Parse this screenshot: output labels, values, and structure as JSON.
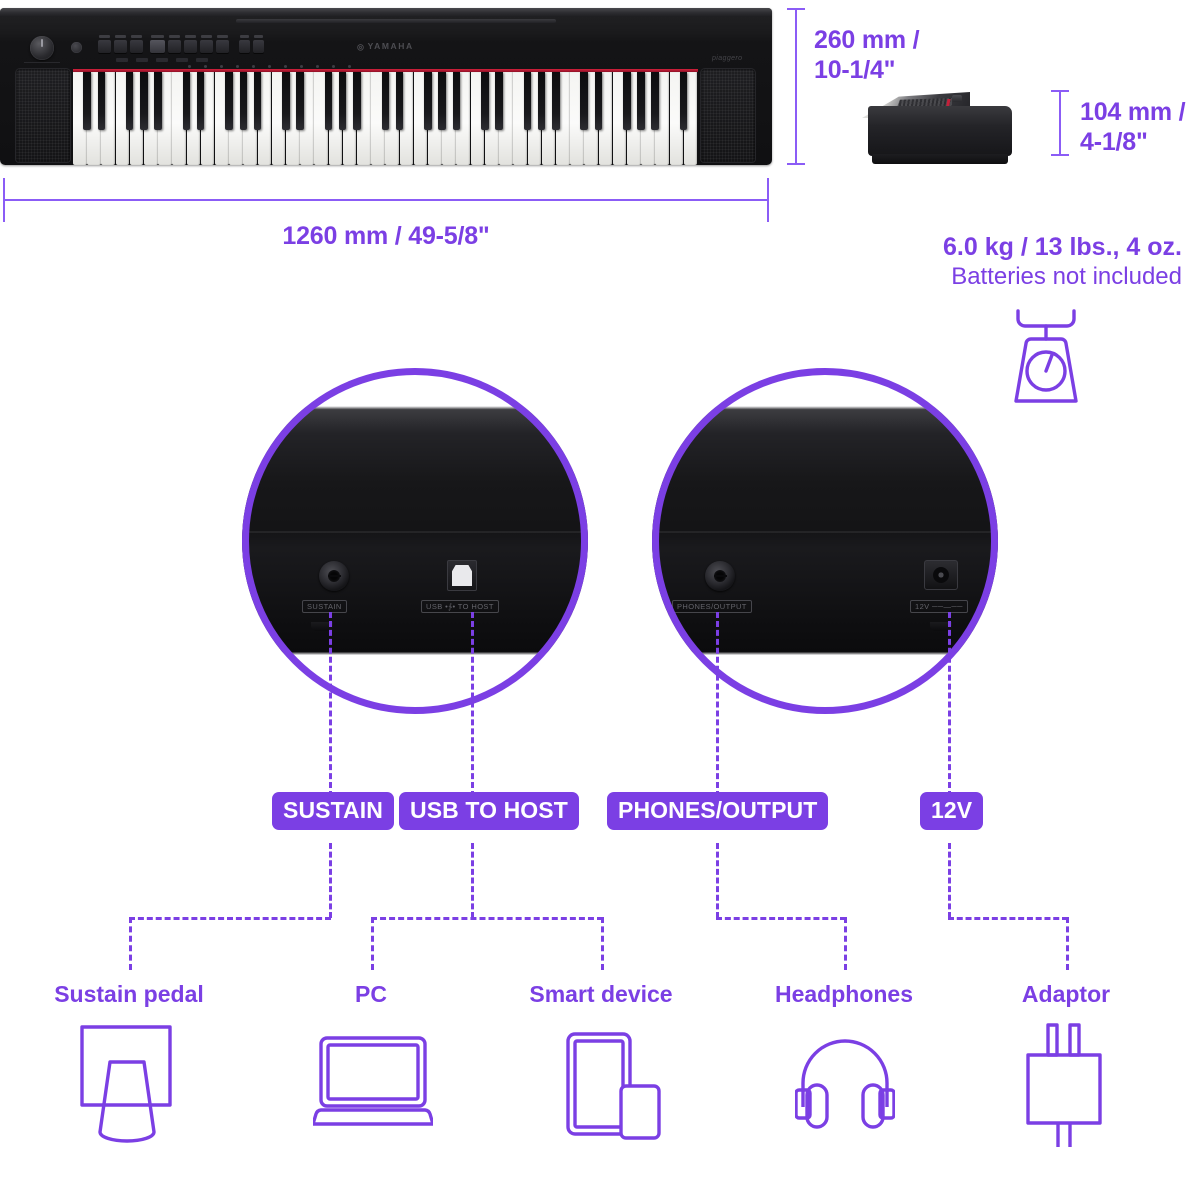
{
  "product": {
    "brand": "YAMAHA",
    "model": "piaggero",
    "alt": "Yamaha piaggero portable digital piano"
  },
  "dimensions": {
    "width_label": "1260 mm / 49-5/8\"",
    "height_label": "260 mm /\n10-1/4\"",
    "depth_label": "104 mm /\n4-1/8\""
  },
  "weight": {
    "value_label": "6.0 kg / 13 lbs., 4 oz.",
    "note_label": "Batteries not included",
    "icon": "kitchen-scale-icon"
  },
  "panels": {
    "left": {
      "name": "rear-panel-left-detail",
      "ports": [
        {
          "id": "sustain",
          "silk": "SUSTAIN",
          "type": "phone-jack"
        },
        {
          "id": "usb_to_host",
          "silk": "USB TO HOST",
          "type": "usb-b-port"
        }
      ]
    },
    "right": {
      "name": "rear-panel-right-detail",
      "ports": [
        {
          "id": "phones_output",
          "silk": "PHONES/OUTPUT",
          "type": "phone-jack"
        },
        {
          "id": "dc_in",
          "silk": "12V",
          "type": "dc-in-jack"
        }
      ]
    }
  },
  "port_badges": [
    {
      "id": "sustain",
      "label": "SUSTAIN"
    },
    {
      "id": "usb_to_host",
      "label": "USB TO HOST"
    },
    {
      "id": "phones_output",
      "label": "PHONES/OUTPUT"
    },
    {
      "id": "dc_in",
      "label": "12V"
    }
  ],
  "devices": [
    {
      "id": "sustain_pedal",
      "label": "Sustain pedal",
      "icon": "sustain-pedal-icon"
    },
    {
      "id": "pc",
      "label": "PC",
      "icon": "laptop-icon"
    },
    {
      "id": "smart_device",
      "label": "Smart device",
      "icon": "tablet-phone-icon"
    },
    {
      "id": "headphones",
      "label": "Headphones",
      "icon": "headphones-icon"
    },
    {
      "id": "adaptor",
      "label": "Adaptor",
      "icon": "power-adaptor-icon"
    }
  ],
  "colors": {
    "accent": "#7B3FE4",
    "accent_light": "#8B5CF6",
    "badge_text": "#FFFFFF",
    "body_black": "#141416",
    "key_white": "#F7F7F5",
    "key_red_strip": "#C4203A"
  }
}
